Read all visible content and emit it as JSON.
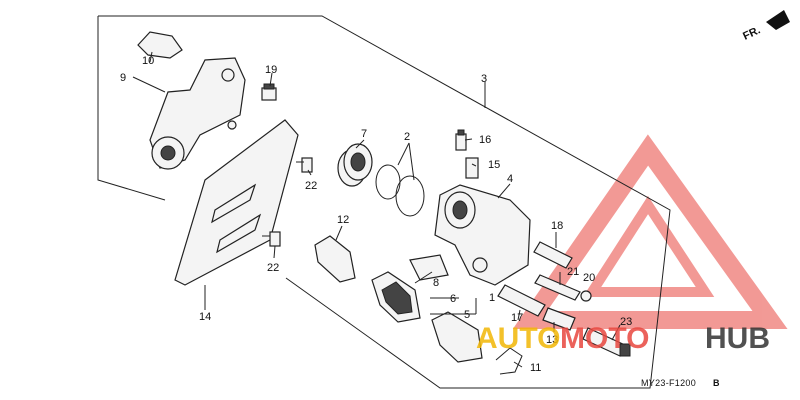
{
  "direction_marker": "FR.",
  "diagram_code": "MY23-F1200",
  "diagram_code_suffix": "B",
  "watermark": {
    "part1": "AUTO",
    "part2": "MOTO",
    "part3": "HUB",
    "accent": "#e8473f",
    "secondary": "#f2b705",
    "dark": "#333333"
  },
  "callouts": {
    "c1": "1",
    "c2": "2",
    "c3": "3",
    "c4": "4",
    "c5": "5",
    "c6": "6",
    "c7": "7",
    "c8": "8",
    "c9": "9",
    "c10": "10",
    "c11": "11",
    "c12": "12",
    "c13": "13",
    "c14": "14",
    "c15": "15",
    "c16": "16",
    "c17": "17",
    "c18": "18",
    "c19": "19",
    "c20": "20",
    "c21": "21",
    "c22a": "22",
    "c22b": "22",
    "c23": "23"
  }
}
